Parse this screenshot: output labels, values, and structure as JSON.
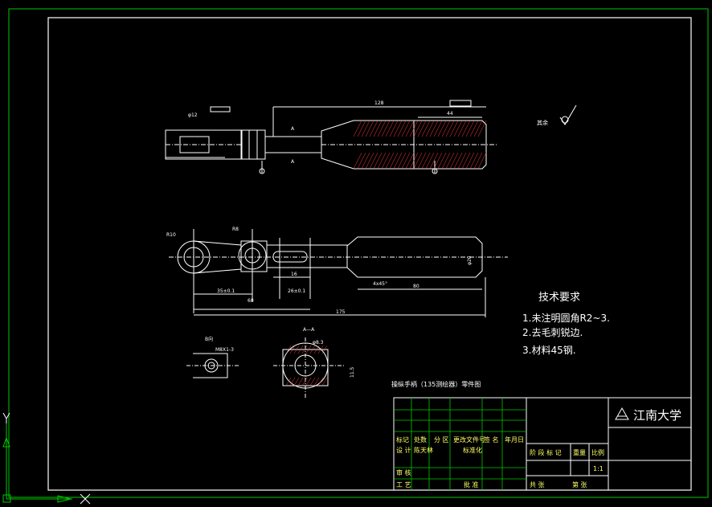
{
  "drawing": {
    "title": "操纵手柄（135测绘器）零件图",
    "roughness_note": "其余",
    "section_label": "A—A",
    "view_label_b": "B向",
    "thread_label": "M8X1-3",
    "section_marks": [
      "A",
      "A"
    ],
    "radius_labels": [
      "R10",
      "R8"
    ]
  },
  "dimensions": {
    "overall_length": "175",
    "shaft_length": "80",
    "length_128": "128",
    "length_44": "44",
    "length_68": "68",
    "length_35": "35±0.1",
    "length_26": "26±0.1",
    "length_16": "16",
    "chamfer": "4x45°",
    "dia_12": "φ12",
    "dia_20": "φ20",
    "dia_63": "φ8.3",
    "dia_115": "11.5"
  },
  "requirements": {
    "heading": "技术要求",
    "items": [
      "1.未注明圆角R2~3.",
      "2.去毛刺锐边.",
      "3.材料45钢."
    ]
  },
  "title_block": {
    "school": "江南大学",
    "headers": [
      "标记",
      "处数",
      "分 区",
      "更改文件号",
      "签 名",
      "年月日"
    ],
    "row_design": [
      "设 计",
      "陈天林",
      "标准化"
    ],
    "row_check": "审 核",
    "row_process": "工 艺",
    "approve": "批 准",
    "stage_headers": [
      "阶 段 标 记",
      "重量",
      "比例"
    ],
    "scale": "1:1",
    "sheets_total": "共   张",
    "sheet_no": "第   张"
  },
  "ucs": {
    "x_label": "X",
    "y_label": "Y"
  },
  "colors": {
    "frame": "#00c800",
    "line": "#ffffff",
    "hatch": "#ff4040",
    "text": "#ffff66"
  }
}
